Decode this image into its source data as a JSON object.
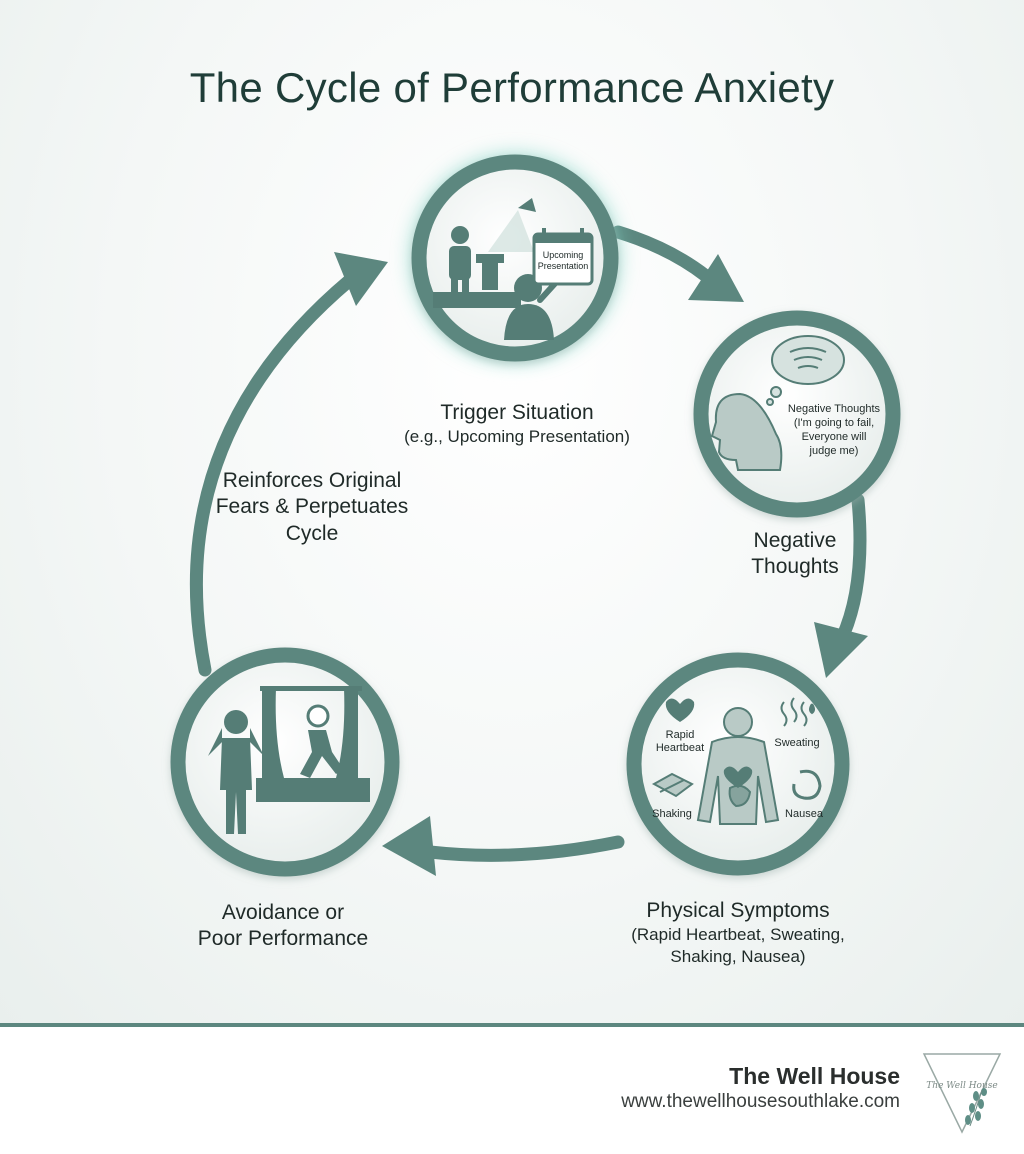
{
  "title": "The Cycle of Performance Anxiety",
  "nodes": {
    "trigger": {
      "label": "Trigger Situation",
      "sub": "(e.g., Upcoming Presentation)",
      "icon_text": [
        "Upcoming",
        "Presentation"
      ],
      "icon": "speaker-at-podium-icon"
    },
    "thoughts": {
      "label_lines": [
        "Negative",
        "Thoughts"
      ],
      "icon_text": [
        "Negative Thoughts",
        "(I'm going to fail,",
        "Everyone will",
        "judge me)"
      ],
      "icon": "head-with-thought-cloud-icon"
    },
    "symptoms": {
      "label": "Physical Symptoms",
      "sub_lines": [
        "(Rapid Heartbeat, Sweating,",
        "Shaking, Nausea)"
      ],
      "icon_labels": {
        "heartbeat": [
          "Rapid",
          "Heartbeat"
        ],
        "sweating": "Sweating",
        "shaking": "Shaking",
        "nausea": "Nausea"
      },
      "icon": "body-symptoms-icon"
    },
    "avoidance": {
      "label_lines": [
        "Avoidance or",
        "Poor Performance"
      ],
      "icon": "person-fleeing-stage-icon"
    }
  },
  "reinforce": {
    "lines": [
      "Reinforces Original",
      "Fears & Perpetuates",
      "Cycle"
    ]
  },
  "footer": {
    "brand": "The Well House",
    "url": "www.thewellhousesouthlake.com",
    "logo_text": "The Well House"
  },
  "colors": {
    "teal": "#5c877f",
    "dark": "#1f3d38",
    "icon": "#557d76",
    "glow": "#7fd6c6"
  }
}
